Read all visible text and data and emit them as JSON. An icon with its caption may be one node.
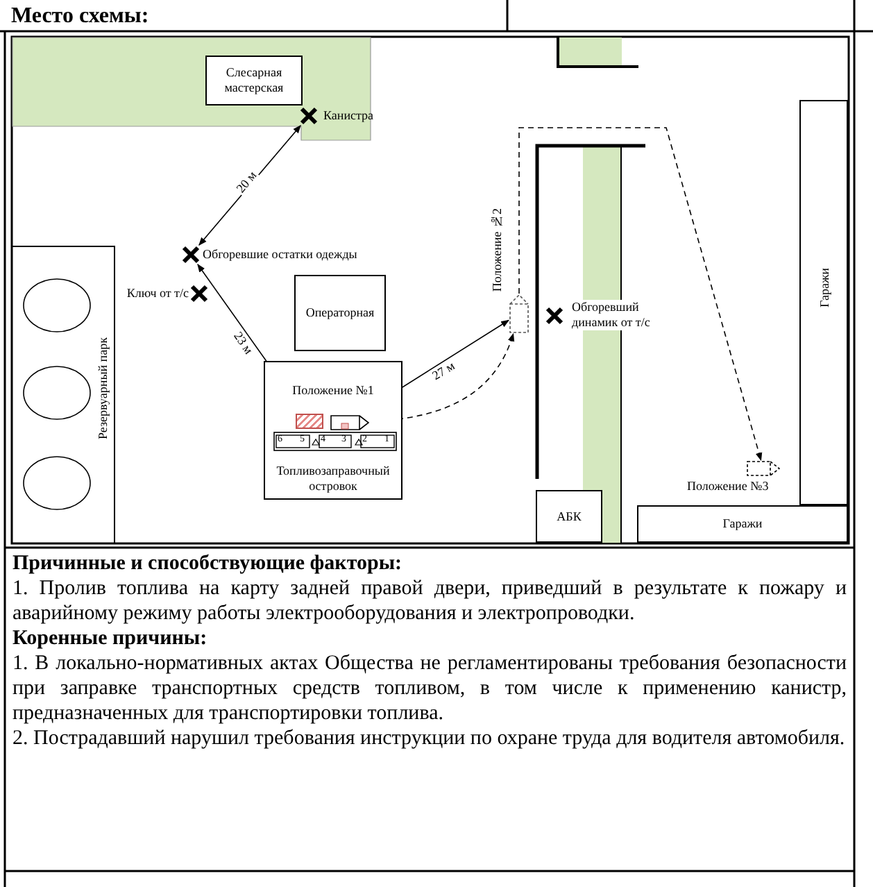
{
  "diagram": {
    "title": "Место схемы:",
    "nodes": [
      {
        "text": [
          "Слесарная мастерская"
        ]
      },
      {
        "text": [],
        "shape": "cross",
        "beside": [
          "Канистра"
        ]
      },
      {
        "text": [],
        "shape": "cross",
        "beside": [
          "Обгоревшие остатки одежды"
        ]
      },
      {
        "text": [],
        "shape": "cross",
        "beside": [
          "Ключ от т/с"
        ]
      },
      {
        "text": [
          "Операторная"
        ]
      },
      {
        "text": [
          "Резервуарный парк"
        ]
      },
      {
        "text": [
          "Положение №1",
          "Топливозаправочный островок"
        ]
      },
      {
        "text": [],
        "shape": "box",
        "in": 6
      },
      {
        "text": [],
        "shape": "box",
        "in": 6
      },
      {
        "text": [],
        "shape": "box",
        "beside": [
          "Положение №2"
        ]
      },
      {
        "text": [],
        "shape": "cross",
        "beside": [
          "Обгоревший динамик от т/с"
        ]
      },
      {
        "text": [],
        "shape": "box",
        "beside": [
          "Положение №3"
        ]
      },
      {
        "text": [
          "Гаражи"
        ]
      },
      {
        "text": [
          "АБК"
        ]
      },
      {
        "text": [
          "Гаражи"
        ]
      }
    ],
    "edges": [
      {
        "from": 2,
        "to": 1,
        "arrow": "both",
        "label": "20 м"
      },
      {
        "from": 2,
        "to": 7,
        "arrow": "both",
        "label": "23 м"
      },
      {
        "from": 9,
        "to": 8,
        "arrow": "both",
        "label": "27 м"
      },
      {
        "from": 8,
        "to": 9,
        "arrow": "to",
        "style": "dashed"
      },
      {
        "from": 9,
        "to": 11,
        "arrow": "to",
        "style": "dashed"
      }
    ],
    "labels": [
      "6",
      "5",
      "4",
      "3",
      "2",
      "1",
      "Причинные и способствующие факторы:",
      "1. Пролив топлива на карту задней правой двери, приведший в результате к пожару и аварийному режиму работы электрооборудования и электропроводки.",
      "Коренные причины:",
      "1. В локально-нормативных актах Общества не регламентированы требования безопасности при заправке транспортных средств топливом, в том числе к применению канистр, предназначенных для транспортировки топлива.",
      "2. Пострадавший нарушил требования инструкции по охране труда для водителя автомобиля."
    ]
  }
}
